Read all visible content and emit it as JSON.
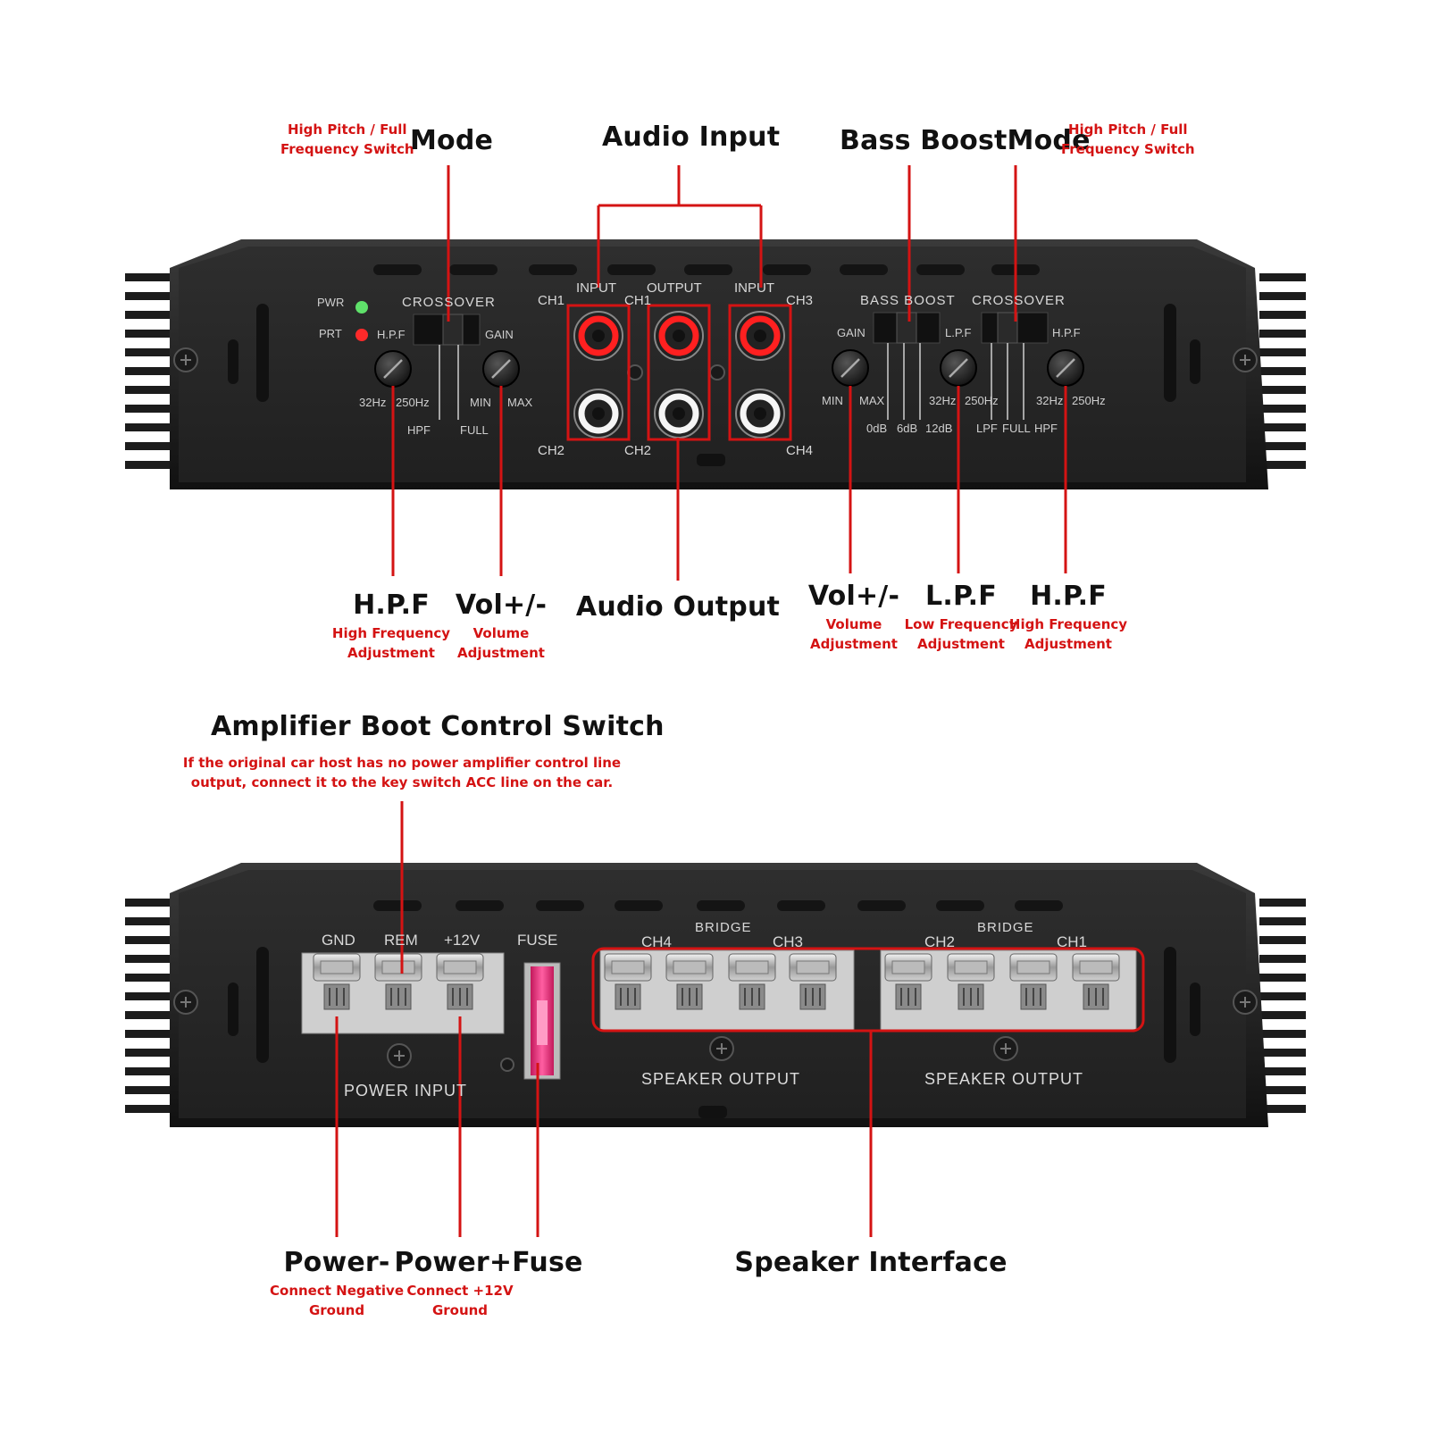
{
  "callouts_top": {
    "hpf_switch_note": "High Pitch / Full\nFrequency Switch",
    "mode_left": "Mode",
    "audio_input": "Audio Input",
    "bass_boost_mode": "Bass BoostMode",
    "hpf_switch_note_right": "High Pitch / Full\nFrequency Switch",
    "hpf_left": "H.P.F",
    "hpf_left_note": "High Frequency\nAdjustment",
    "vol_left": "Vol+/-",
    "vol_left_note": "Volume\nAdjustment",
    "audio_output": "Audio Output",
    "vol_right": "Vol+/-",
    "vol_right_note": "Volume\nAdjustment",
    "lpf_right": "L.P.F",
    "lpf_right_note": "Low Frequency\nAdjustment",
    "hpf_right": "H.P.F",
    "hpf_right_note": "High Frequency\nAdjustment"
  },
  "callouts_bottom": {
    "boot_switch": "Amplifier Boot Control Switch",
    "boot_switch_note": "If the original car host has no power amplifier control line\noutput, connect it to the key switch ACC line on the car.",
    "power_neg": "Power-",
    "power_neg_note": "Connect Negative\nGround",
    "power_pos": "Power+Fuse",
    "power_pos_note": "Connect +12V\nGround",
    "speaker_interface": "Speaker Interface"
  },
  "panel_top": {
    "pwr": "PWR",
    "prt": "PRT",
    "crossover_left": "CROSSOVER",
    "hpf_knob": "H.P.F",
    "gain_left": "GAIN",
    "hz32_left": "32Hz",
    "hz250_left": "250Hz",
    "min_left": "MIN",
    "max_left": "MAX",
    "hpf_mode": "HPF",
    "full_mode": "FULL",
    "ch1_in": "CH1",
    "input_left": "INPUT",
    "ch1_out": "CH1",
    "output": "OUTPUT",
    "input_right": "INPUT",
    "ch3": "CH3",
    "ch2_in": "CH2",
    "ch2_out": "CH2",
    "ch4": "CH4",
    "bass_boost": "BASS BOOST",
    "crossover_right": "CROSSOVER",
    "gain_right": "GAIN",
    "lpf_knob": "L.P.F",
    "hpf_knob_right": "H.P.F",
    "min_right": "MIN",
    "max_right": "MAX",
    "db0": "0dB",
    "db6": "6dB",
    "db12": "12dB",
    "hz32_mid": "32Hz",
    "hz250_mid": "250Hz",
    "lpf_mode": "LPF",
    "full_mode_right": "FULL",
    "hpf_mode_right": "HPF",
    "hz32_right": "32Hz",
    "hz250_right": "250Hz"
  },
  "panel_bottom": {
    "gnd": "GND",
    "rem": "REM",
    "v12": "+12V",
    "fuse": "FUSE",
    "power_input": "POWER INPUT",
    "bridge_left": "BRIDGE",
    "ch4": "CH4",
    "ch3": "CH3",
    "bridge_right": "BRIDGE",
    "ch2": "CH2",
    "ch1": "CH1",
    "speaker_output_left": "SPEAKER OUTPUT",
    "speaker_output_right": "SPEAKER OUTPUT"
  },
  "colors": {
    "callout_red": "#d41313",
    "panel_dark": "#262626",
    "fuse_pink": "#ff3c8c",
    "led_green": "#5fe06a",
    "led_red": "#ff2a2a"
  }
}
